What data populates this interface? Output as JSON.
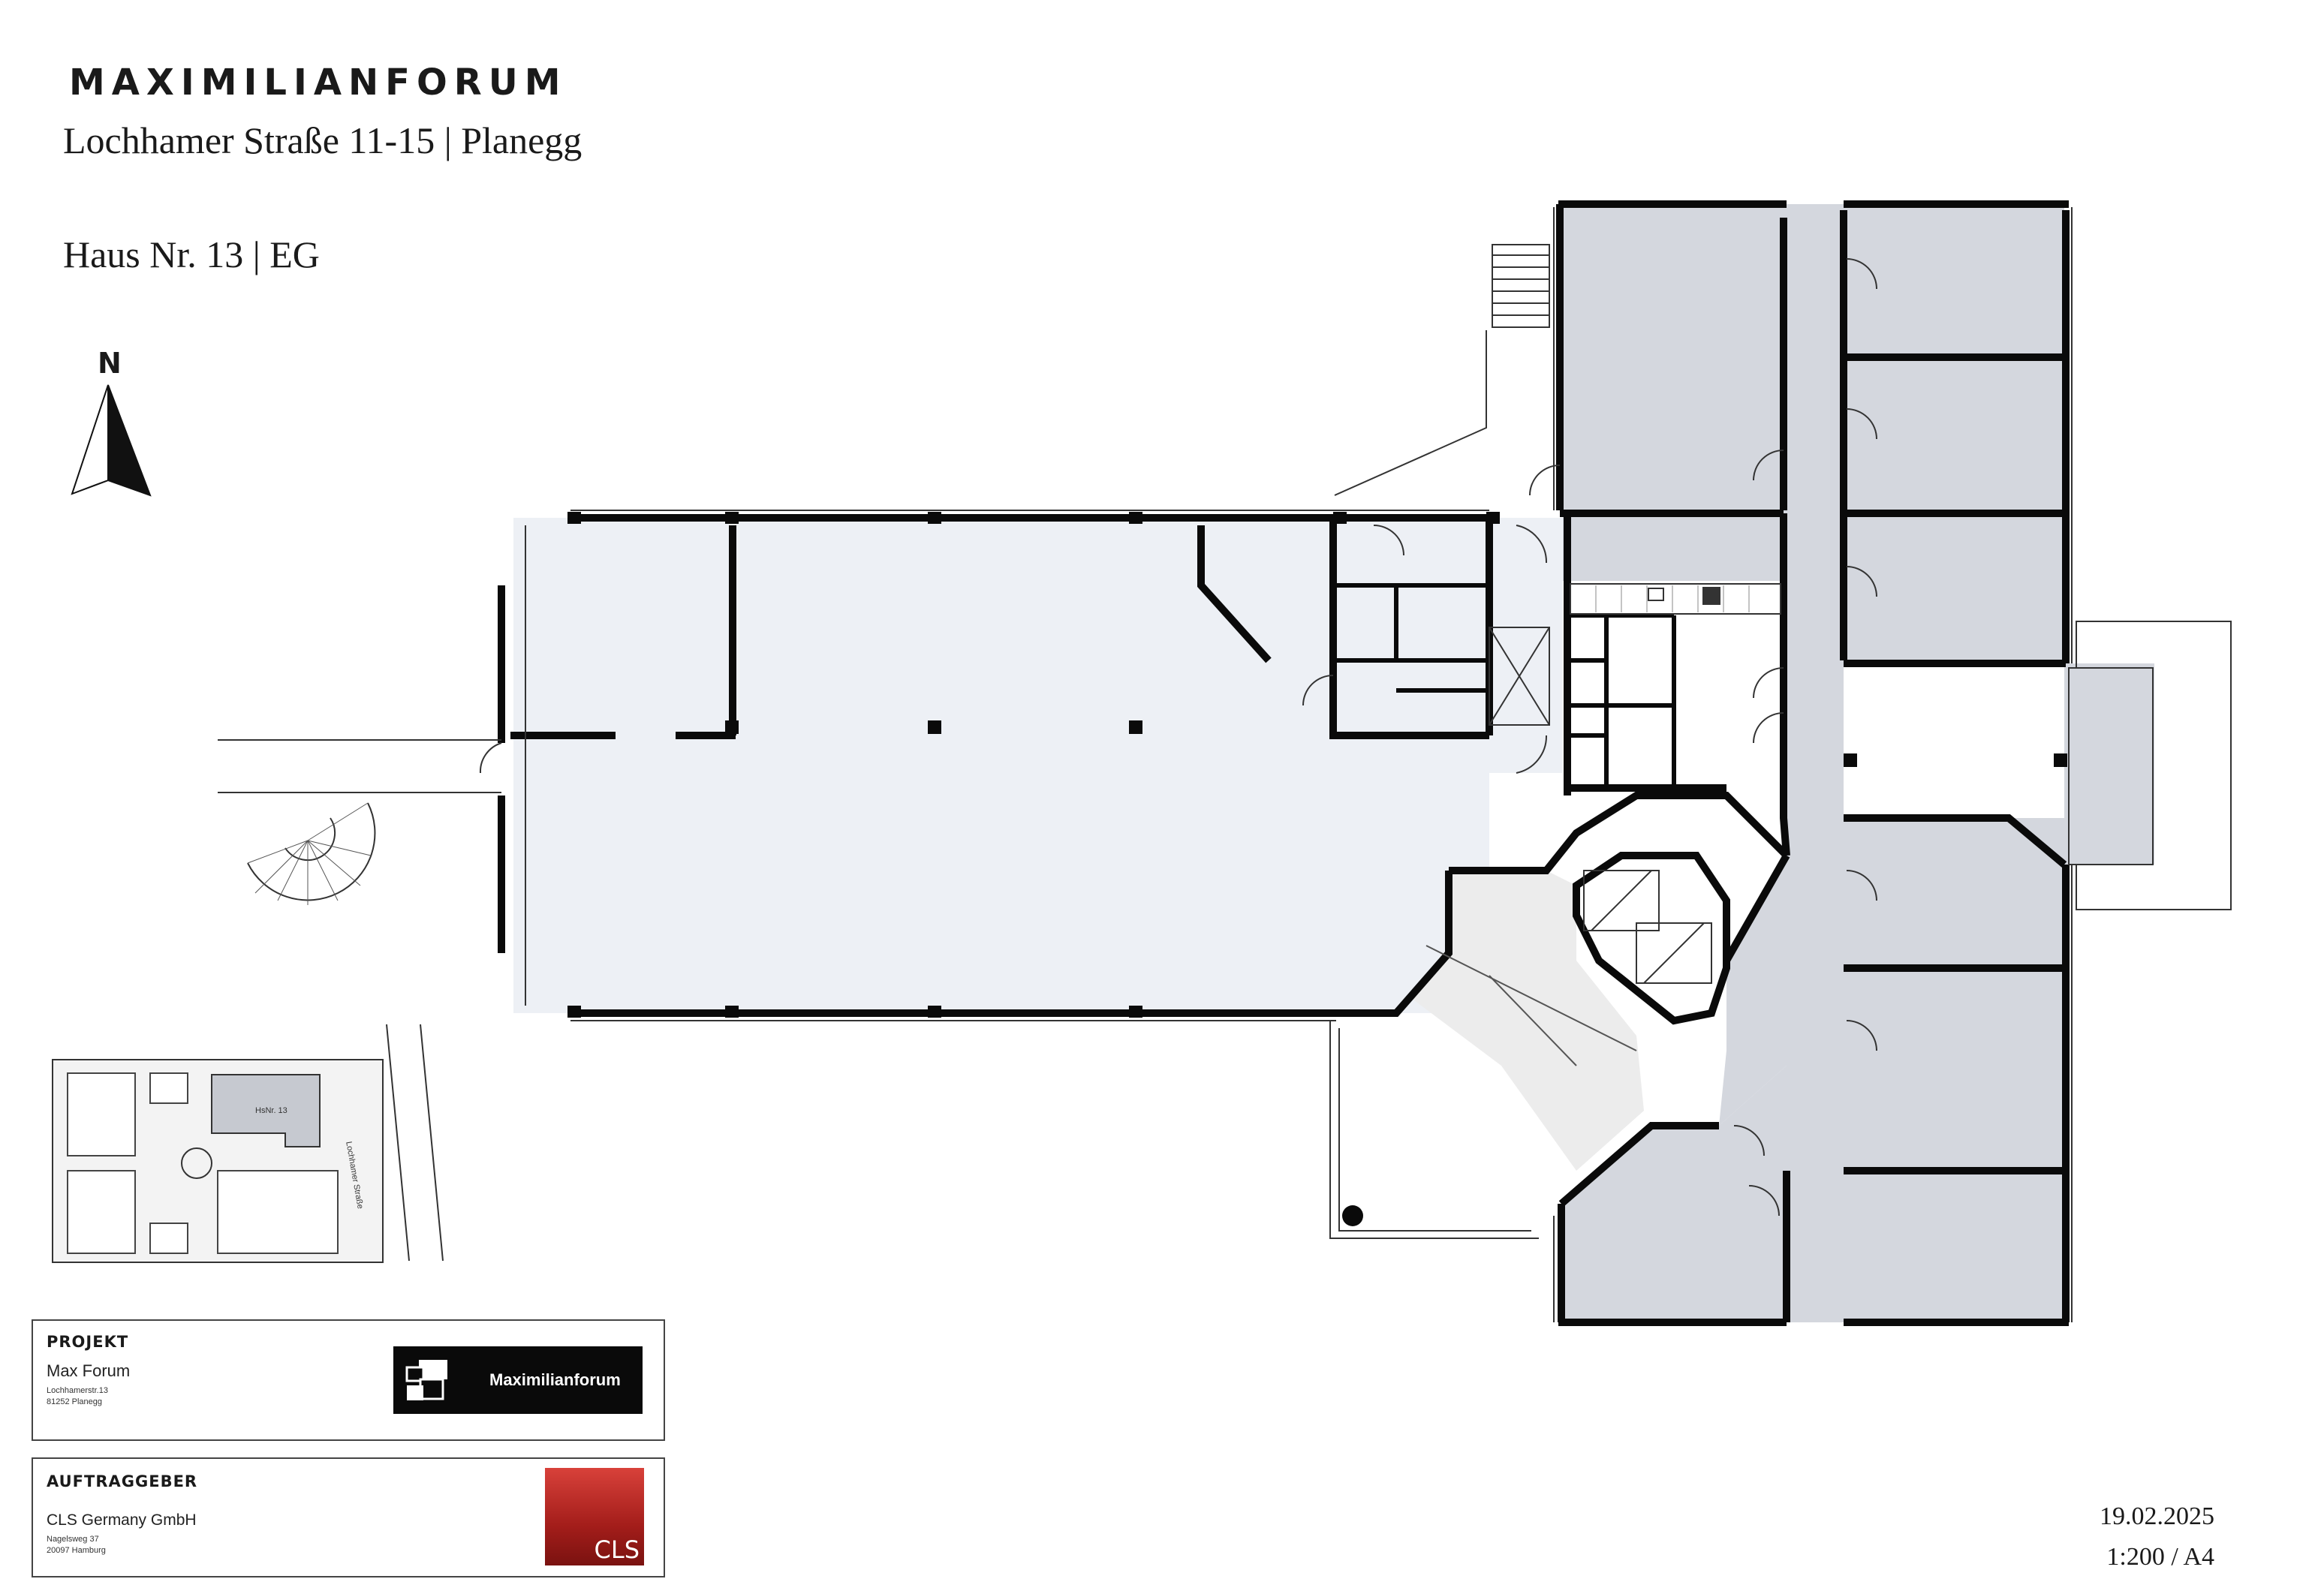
{
  "header": {
    "brand": "MAXIMILIANFORUM",
    "address": "Lochhamer Straße 11-15 | Planegg",
    "house": "Haus Nr. 13 | EG"
  },
  "north_arrow": {
    "label": "N"
  },
  "site_plan": {
    "house_label": "HsNr. 13",
    "street_label": "Lochhamer Straße"
  },
  "project_box": {
    "title": "PROJEKT",
    "name": "Max Forum",
    "street": "Lochhamerstr.13",
    "city": "81252 Planegg",
    "logo_text": "Maximilianforum"
  },
  "client_box": {
    "title": "AUFTRAGGEBER",
    "name": "CLS Germany GmbH",
    "street": "Nagelsweg 37",
    "city": "20097 Hamburg",
    "logo_text": "CLS"
  },
  "footer": {
    "date": "19.02.2025",
    "scale": "1:200 / A4"
  },
  "colors": {
    "rental_area": "#d4d7de",
    "event_hall": "#edf0f5",
    "foyer": "#ececec",
    "wall": "#0a0a0a",
    "cls_red": "#b8231f"
  }
}
